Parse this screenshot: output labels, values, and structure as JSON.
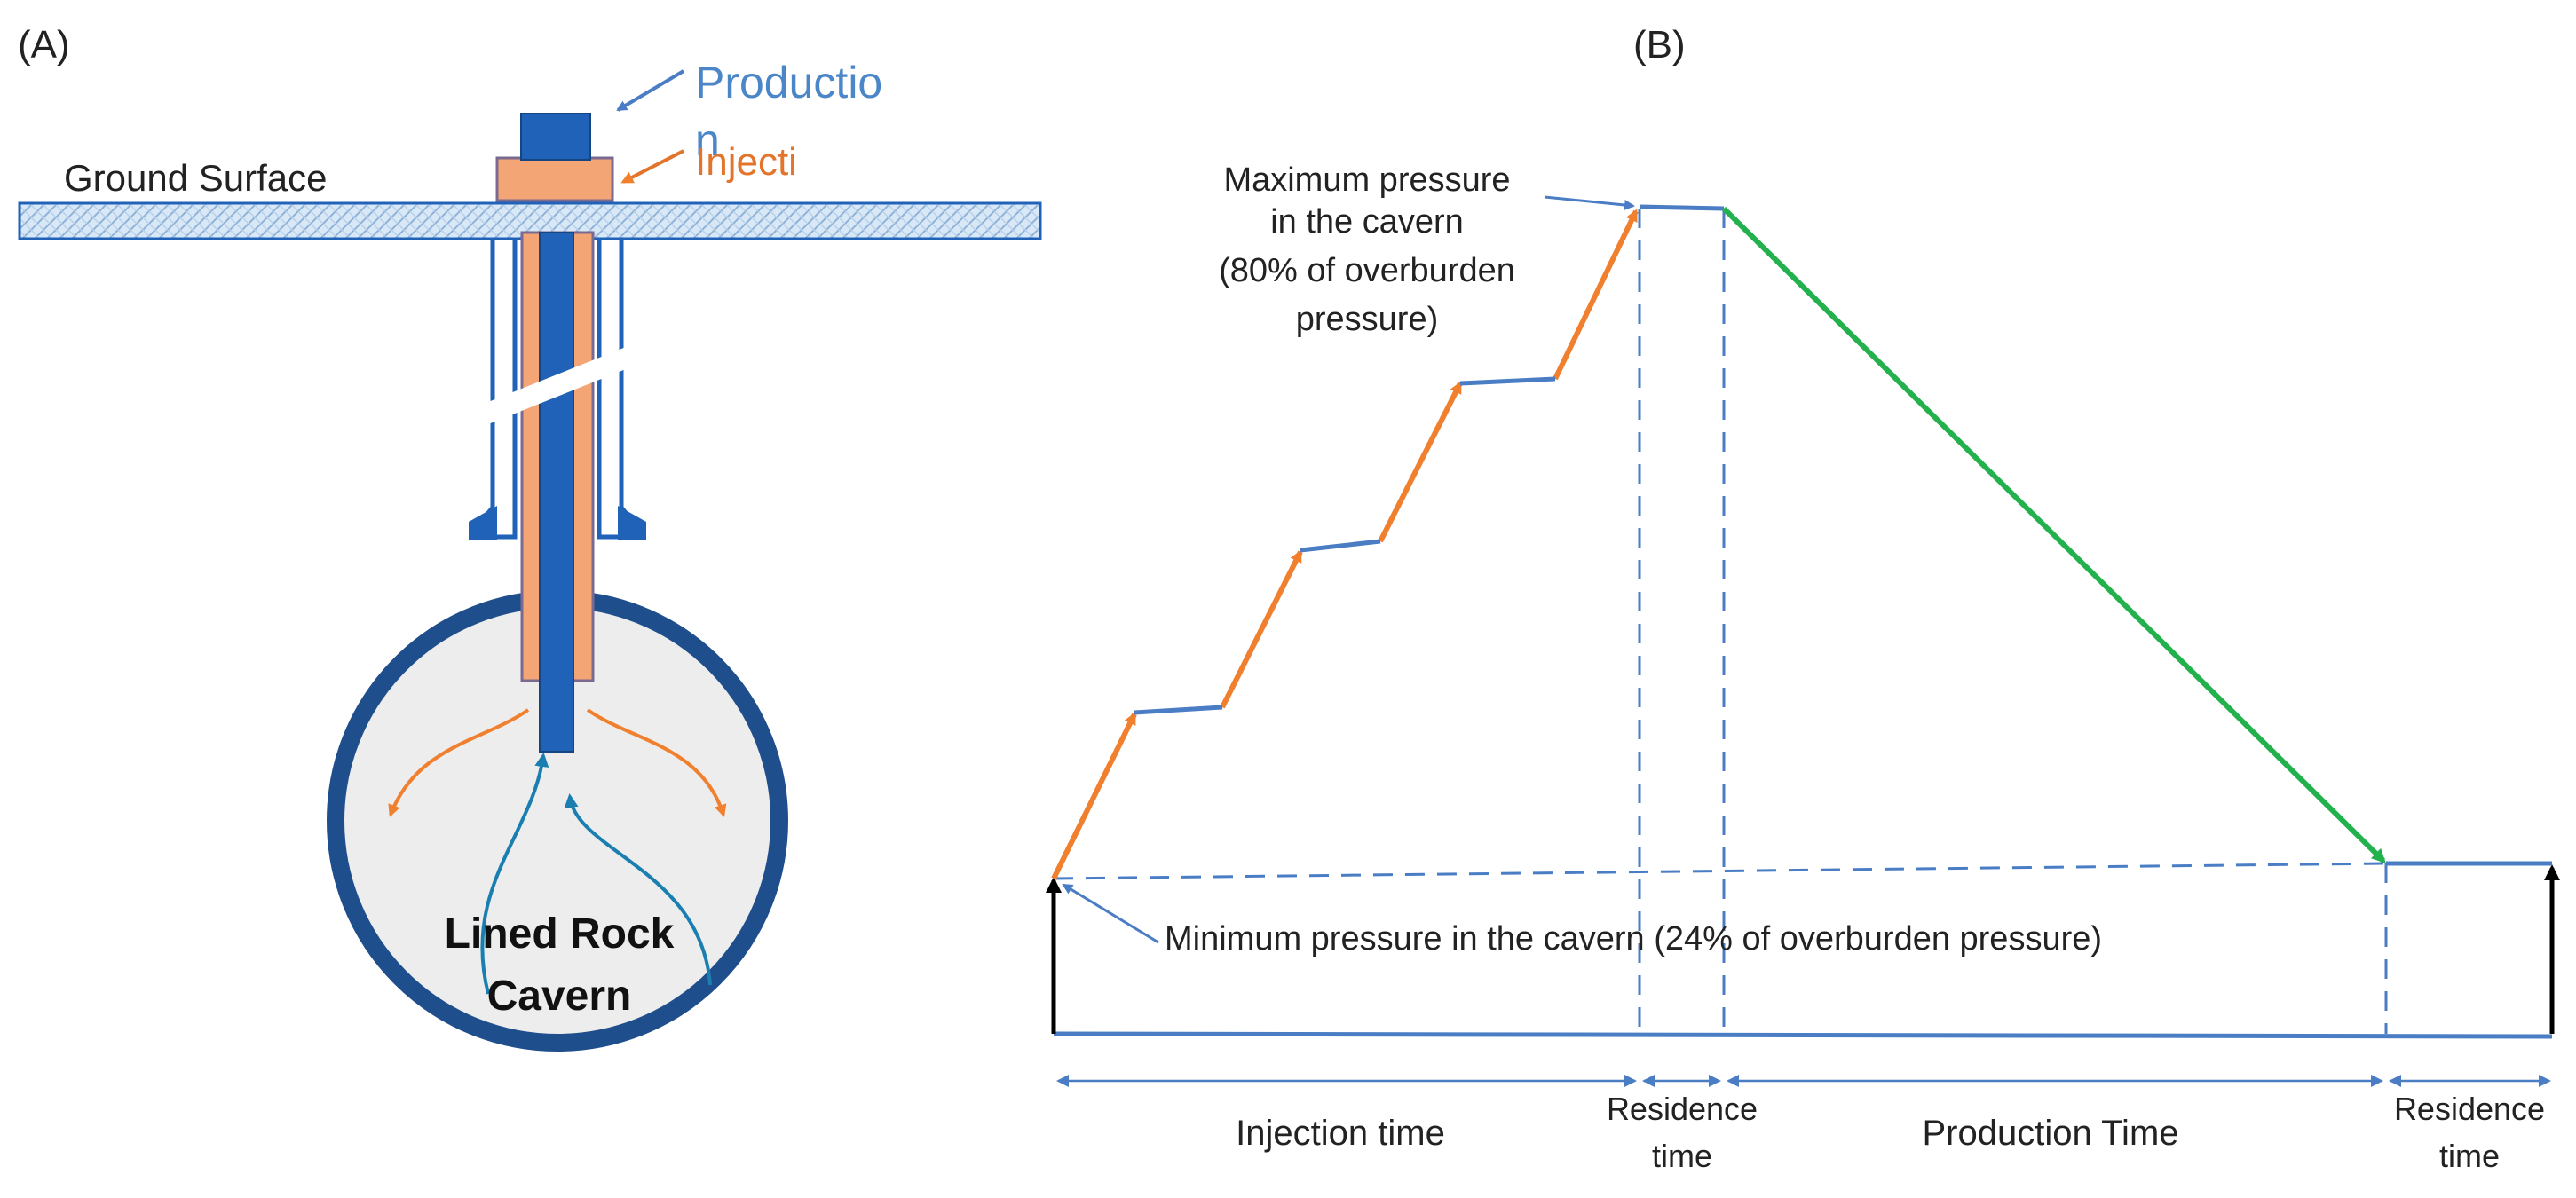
{
  "panel_a": {
    "label": "(A)",
    "ground_label": "Ground Surface",
    "production_label_line1": "Productio",
    "production_label_line2": "n",
    "injection_label": "Injecti",
    "cavern_label_line1": "Lined Rock",
    "cavern_label_line2": "Cavern"
  },
  "panel_b": {
    "label": "(B)",
    "max_annotation": [
      "Maximum pressure",
      "in the cavern",
      "(80% of overburden",
      "pressure)"
    ],
    "min_annotation": "Minimum pressure in the cavern (24% of overburden pressure)",
    "phases": {
      "injection": "Injection time",
      "residence1_line1": "Residence",
      "residence1_line2": "time",
      "production": "Production Time",
      "residence2_line1": "Residence",
      "residence2_line2": "time"
    }
  },
  "colors": {
    "production_blue": "#1f62b8",
    "injection_orange": "#f4a576",
    "arrow_orange": "#f07f2e",
    "line_blue": "#4a7dc4",
    "green": "#22b14c",
    "cavern_border": "#1f4e8c",
    "cavern_fill": "#ededed",
    "text_blue": "#4a86c8",
    "text_orange": "#e2742b"
  }
}
